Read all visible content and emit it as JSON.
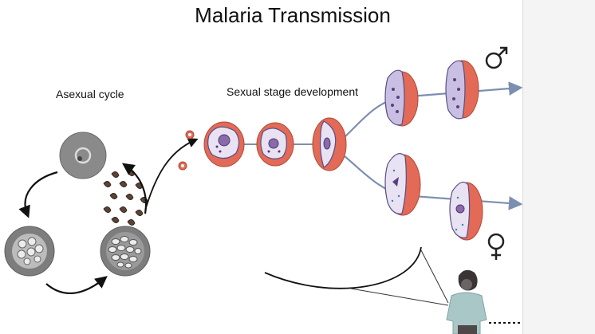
{
  "title": "Malaria Transmission",
  "labels": {
    "asexual": "Asexual cycle",
    "sexual": "Sexual stage development"
  },
  "symbols": {
    "male": "♂",
    "female": "♀"
  },
  "colors": {
    "rbc": "#e26a56",
    "parasite_fill": "#c9bfe3",
    "parasite_stroke": "#5a4e88",
    "nucleus": "#8a6aa8",
    "branch_line": "#7d8fb0",
    "cell_gray": "#8a8a8a",
    "person_shirt": "#a9c7c6",
    "mosquito": "#c8312a"
  },
  "icons": [
    "ring-stage-cell-icon",
    "trophozoite-cell-icon",
    "schizont-cell-icon",
    "merozoite-icon",
    "gametocyte-icon",
    "male-symbol-icon",
    "female-symbol-icon",
    "person-icon",
    "mosquito-icon"
  ]
}
